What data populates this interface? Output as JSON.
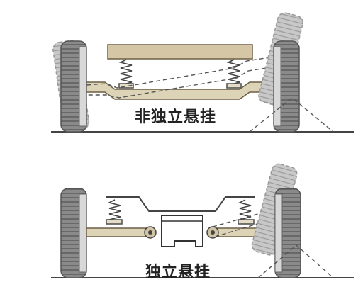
{
  "diagrams": [
    {
      "id": "non-independent",
      "label": "非独立悬挂"
    },
    {
      "id": "independent",
      "label": "独立悬挂"
    }
  ],
  "colors": {
    "tire": "#7d7d7d",
    "tire_light": "#bdbdbd",
    "rim": "#d7d7d7",
    "axle": "#d9d0b4",
    "spring": "#444444",
    "frame": "#c9b899",
    "ground": "#444444",
    "dashed": "#555555"
  }
}
